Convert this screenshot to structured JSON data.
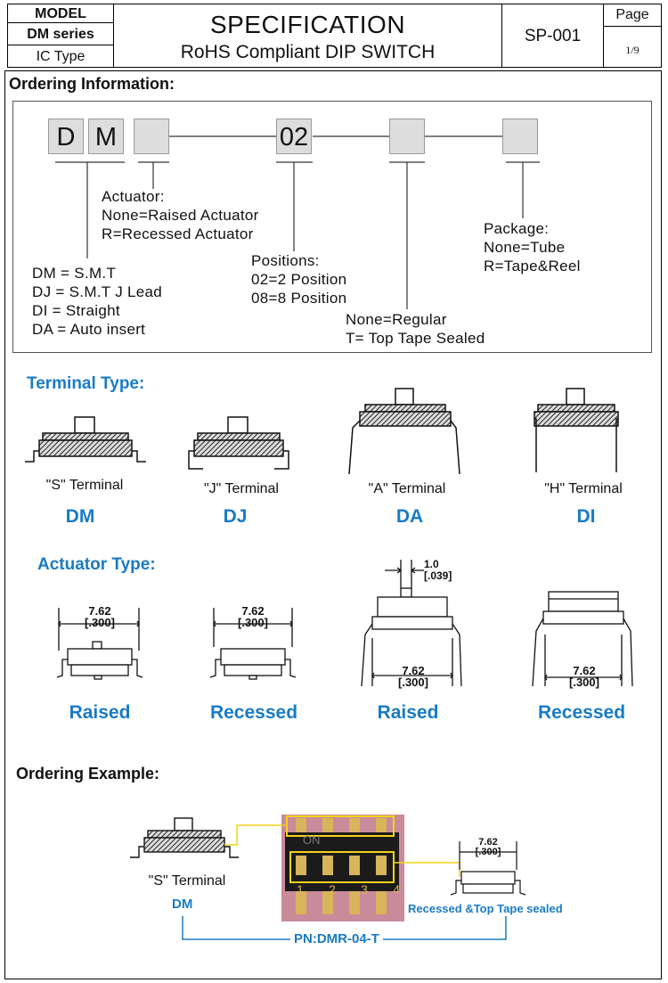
{
  "header": {
    "model_label": "MODEL",
    "series": "DM series",
    "type": "IC Type",
    "title": "SPECIFICATION",
    "subtitle": "RoHS Compliant DIP SWITCH",
    "doc_no": "SP-001",
    "page_label": "Page",
    "page_value": "1/9"
  },
  "ordering": {
    "title": "Ordering Information:",
    "boxes": [
      "D",
      "M",
      "",
      "02",
      "",
      ""
    ],
    "actuator": [
      "Actuator:",
      "None=Raised Actuator",
      "R=Recessed Actuator"
    ],
    "terminal": [
      "DM = S.M.T",
      "DJ  = S.M.T J Lead",
      "DI   = Straight",
      "DA = Auto insert"
    ],
    "positions": [
      "Positions:",
      "02=2 Position",
      "08=8 Position"
    ],
    "sealing": [
      "None=Regular",
      "T= Top Tape Sealed"
    ],
    "package": [
      "Package:",
      "None=Tube",
      "R=Tape&Reel"
    ]
  },
  "terminal_type": {
    "title": "Terminal Type:",
    "items": [
      {
        "caption": "\"S\" Terminal",
        "code": "DM"
      },
      {
        "caption": "\"J\" Terminal",
        "code": "DJ"
      },
      {
        "caption": "\"A\" Terminal",
        "code": "DA"
      },
      {
        "caption": "\"H\" Terminal",
        "code": "DI"
      }
    ]
  },
  "actuator_type": {
    "title": "Actuator Type:",
    "dim_top": "1.0",
    "dim_top_in": "[.039]",
    "dim": "7.62",
    "dim_in": "[.300]",
    "items": [
      "Raised",
      "Recessed",
      "Raised",
      "Recessed"
    ]
  },
  "example": {
    "title": "Ordering Example:",
    "caption": "\"S\" Terminal",
    "code": "DM",
    "on_label": "ON",
    "numbers": [
      "1",
      "2",
      "3",
      "4"
    ],
    "dim": "7.62",
    "dim_in": "[.300]",
    "recessed_label": "Recessed &Top Tape sealed",
    "pn": "PN:DMR-04-T"
  },
  "colors": {
    "accent_blue": "#1a7bc4",
    "highlight_yellow": "#f2d31b",
    "photo_pink": "#c98a9a"
  }
}
